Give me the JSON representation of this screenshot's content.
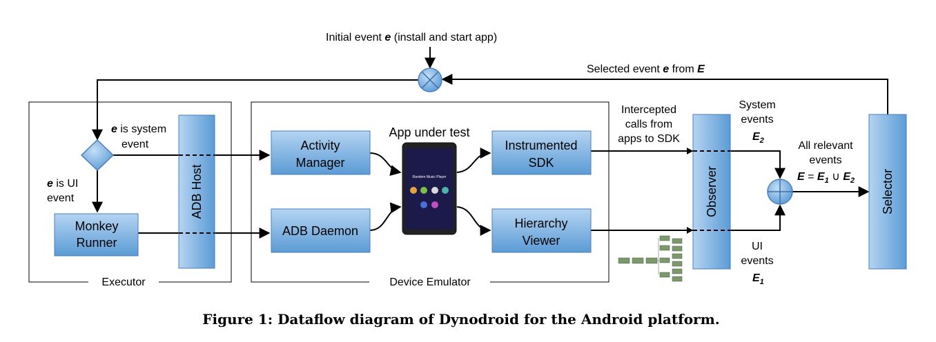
{
  "labels": {
    "initial_event_prefix": "Initial event ",
    "initial_event_var": "e",
    "initial_event_suffix": "  (install and start app)",
    "selected_event_prefix": "Selected event ",
    "selected_event_var": "e",
    "selected_event_mid": " from ",
    "selected_event_set": "E",
    "system_event_var": "e",
    "system_event_line1_suffix": " is system",
    "system_event_line2": "event",
    "ui_event_var": "e",
    "ui_event_line1_suffix": " is UI",
    "ui_event_line2": "event",
    "app_under_test": "App under test",
    "intercepted_line1": "Intercepted",
    "intercepted_line2": "calls from",
    "intercepted_line3": "apps to SDK",
    "system_events_line1": "System",
    "system_events_line2": "events",
    "system_events_var": "E",
    "system_events_sub": "2",
    "ui_events_line1": "UI",
    "ui_events_line2": "events",
    "ui_events_var": "E",
    "ui_events_sub": "1",
    "all_relevant_line1": "All relevant",
    "all_relevant_line2": "events",
    "formula_E": "E",
    "formula_eq": " = ",
    "formula_E1": "E",
    "formula_sub1": "1",
    "formula_union": " ∪ ",
    "formula_E2": "E",
    "formula_sub2": "2"
  },
  "boxes": {
    "activity_manager_line1": "Activity",
    "activity_manager_line2": "Manager",
    "adb_daemon": "ADB Daemon",
    "instrumented_line1": "Instrumented",
    "instrumented_line2": "SDK",
    "hierarchy_line1": "Hierarchy",
    "hierarchy_line2": "Viewer",
    "monkey_line1": "Monkey",
    "monkey_line2": "Runner",
    "adb_host": "ADB Host",
    "observer": "Observer",
    "selector": "Selector"
  },
  "containers": {
    "executor": "Executor",
    "device_emulator": "Device Emulator"
  },
  "phone": {
    "title": "Random Music Player"
  },
  "caption": "Figure 1: Dataflow diagram of Dynodroid for the Android platform.",
  "colors": {
    "box_fill_top": "#a9cdf0",
    "box_fill_bottom": "#5b9bd5",
    "box_stroke": "#4a7fb8",
    "line": "#000000",
    "phone_screen": "#1b1a4a"
  }
}
